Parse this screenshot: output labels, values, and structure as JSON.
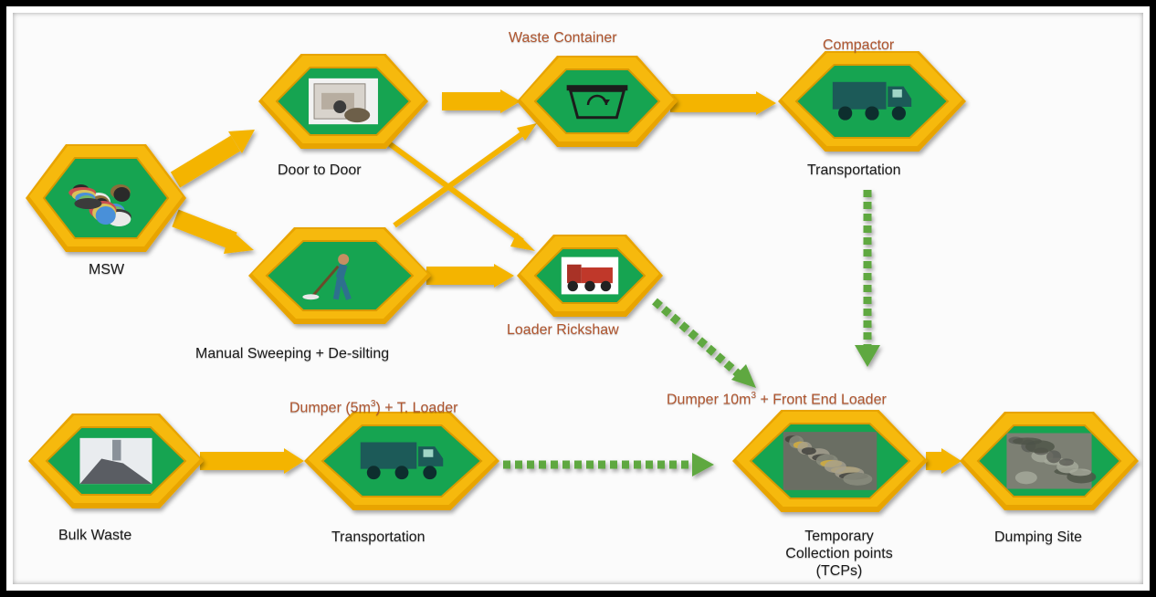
{
  "colors": {
    "hex_outer": "#e8a400",
    "hex_face": "#f6b90b",
    "hex_inner": "#16a451",
    "arrow_solid": "#f4b400",
    "arrow_dashed": "#5fa83f",
    "label_dark": "#1a1a1a",
    "label_accent": "#b0552e"
  },
  "nodes": {
    "msw": {
      "label": "MSW",
      "image": "pile-of-waste-image"
    },
    "door_to_door": {
      "label": "Door to Door",
      "image": "door-to-door-collector-image"
    },
    "waste_container": {
      "title": "Waste Container",
      "image": "waste-container-icon"
    },
    "compactor": {
      "title": "Compactor",
      "label": "Transportation",
      "image": "compactor-truck-icon"
    },
    "manual_sweeping": {
      "label": "Manual Sweeping + De-silting",
      "image": "sweeper-image"
    },
    "loader_rickshaw": {
      "title": "Loader Rickshaw",
      "image": "loader-rickshaw-image"
    },
    "bulk_waste": {
      "label": "Bulk Waste",
      "image": "bulk-waste-image"
    },
    "dumper_small": {
      "title_prefix": "Dumper (5m",
      "title_sup": "3",
      "title_suffix": ") + T. Loader",
      "label": "Transportation",
      "image": "dumper-truck-icon"
    },
    "tcp": {
      "title_prefix": "Dumper 10m",
      "title_sup": "3",
      "title_suffix": " + Front End Loader",
      "label": "Temporary Collection points (TCPs)",
      "image": "tcp-site-image"
    },
    "dumping_site": {
      "label": "Dumping Site",
      "image": "dumping-site-image"
    }
  }
}
